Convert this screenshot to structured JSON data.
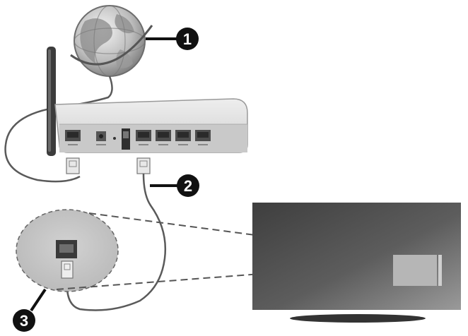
{
  "callouts": [
    {
      "number": "1",
      "target": "globe-icon"
    },
    {
      "number": "2",
      "target": "ethernet-cable"
    },
    {
      "number": "3",
      "target": "tv-lan-port-detail"
    }
  ],
  "colors": {
    "router_body": "#dcdcdc",
    "router_panel": "#c4c4c4",
    "cable": "#555555",
    "callout_fill": "#111111",
    "detail_circle": "#c8c8c8",
    "tv_panel_dark": "#4a4a4a",
    "tv_panel_light": "#8a8a8a",
    "tv_port": "#b4b4b4"
  },
  "icons": [
    "globe-icon",
    "antenna-icon",
    "router-icon",
    "ethernet-plug-icon",
    "lan-port-icon",
    "tv-icon"
  ]
}
